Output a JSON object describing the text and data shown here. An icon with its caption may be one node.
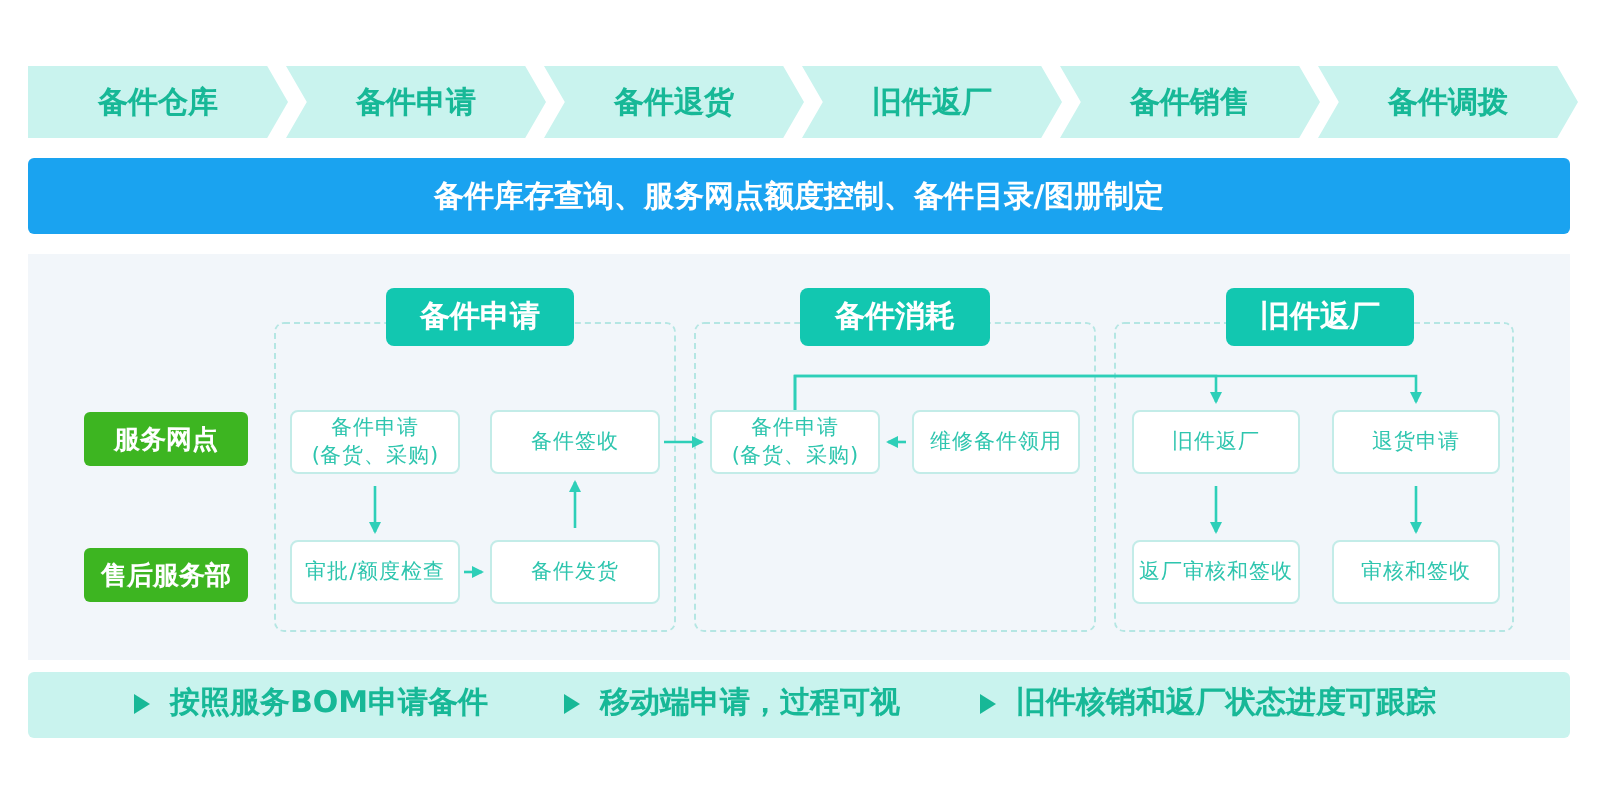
{
  "diagram": {
    "nodes": [
      {
        "text": [
          "备件仓库"
        ]
      },
      {
        "text": [
          "备件申请"
        ]
      },
      {
        "text": [
          "备件退货"
        ]
      },
      {
        "text": [
          "旧件返厂"
        ]
      },
      {
        "text": [
          "备件销售"
        ]
      },
      {
        "text": [
          "备件调拨"
        ]
      },
      {
        "text": [
          "备件库存查询、服务网点额度控制、备件目录/图册制定"
        ]
      },
      {
        "text": [
          "服务网点"
        ]
      },
      {
        "text": [
          "售后服务部"
        ]
      },
      {
        "text": [
          "备件申请"
        ]
      },
      {
        "text": [
          "备件消耗"
        ]
      },
      {
        "text": [
          "旧件返厂"
        ]
      },
      {
        "text": [
          "备件申请 (备货、采购)"
        ],
        "in": 9
      },
      {
        "text": [
          "备件签收"
        ],
        "in": 9
      },
      {
        "text": [
          "审批/额度检查"
        ],
        "in": 9
      },
      {
        "text": [
          "备件发货"
        ],
        "in": 9
      },
      {
        "text": [
          "备件申请 (备货、采购)"
        ],
        "in": 10
      },
      {
        "text": [
          "维修备件领用"
        ],
        "in": 10
      },
      {
        "text": [
          "旧件返厂"
        ],
        "in": 11
      },
      {
        "text": [
          "退货申请"
        ],
        "in": 11
      },
      {
        "text": [
          "返厂审核和签收"
        ],
        "in": 11
      },
      {
        "text": [
          "审核和签收"
        ],
        "in": 11
      },
      {
        "text": [
          "按照服务BOM申请备件",
          "移动端申请，过程可视",
          "旧件核销和返厂状态进度可跟踪"
        ]
      }
    ],
    "edges": [
      {
        "from": 12,
        "to": 14,
        "arrow": "to"
      },
      {
        "from": 14,
        "to": 15,
        "arrow": "to"
      },
      {
        "from": 15,
        "to": 13,
        "arrow": "to"
      },
      {
        "from": 13,
        "to": 16,
        "arrow": "to"
      },
      {
        "from": 17,
        "to": 16,
        "arrow": "to"
      },
      {
        "from": 16,
        "to": 18,
        "arrow": "to"
      },
      {
        "from": 16,
        "to": 19,
        "arrow": "to"
      },
      {
        "from": 18,
        "to": 20,
        "arrow": "to"
      },
      {
        "from": 19,
        "to": 21,
        "arrow": "to"
      }
    ]
  }
}
